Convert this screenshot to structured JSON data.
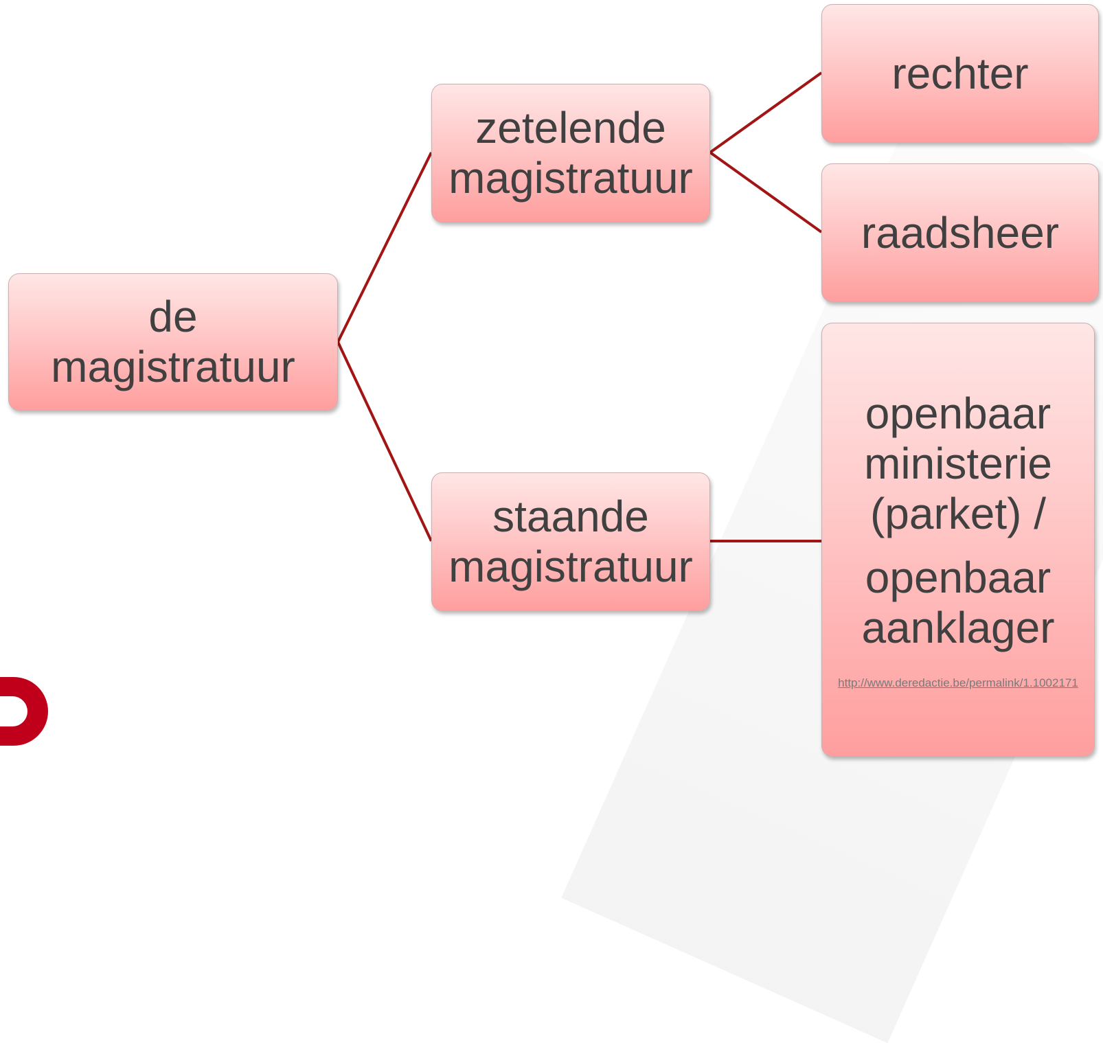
{
  "diagram": {
    "root": {
      "label_line1": "de",
      "label_line2": "magistratuur"
    },
    "branch_top": {
      "label_line1": "zetelende",
      "label_line2": "magistratuur"
    },
    "branch_bottom": {
      "label_line1": "staande",
      "label_line2": "magistratuur"
    },
    "leaf_rechter": {
      "label": "rechter"
    },
    "leaf_raadsheer": {
      "label": "raadsheer"
    },
    "leaf_ministerie": {
      "label_line1": "openbaar",
      "label_line2": "ministerie",
      "label_line3": "(parket) /",
      "label_line4": "openbaar",
      "label_line5": "aanklager",
      "link_text": "http://www.deredactie.be/permalink/1.1002171"
    }
  },
  "colors": {
    "connector": "#a31515",
    "node_top": "#ffe6e6",
    "node_bottom": "#ff9e9e",
    "text": "#404040",
    "logo_red": "#c0001a"
  }
}
